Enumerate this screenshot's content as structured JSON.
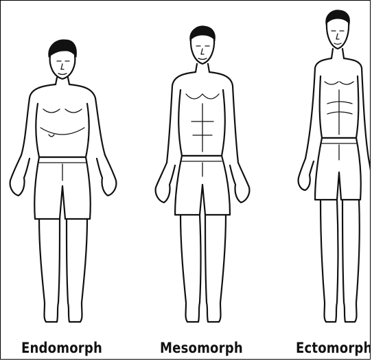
{
  "figures": [
    {
      "label": "Endomorph"
    },
    {
      "label": "Mesomorph"
    },
    {
      "label": "Ectomorph"
    }
  ]
}
